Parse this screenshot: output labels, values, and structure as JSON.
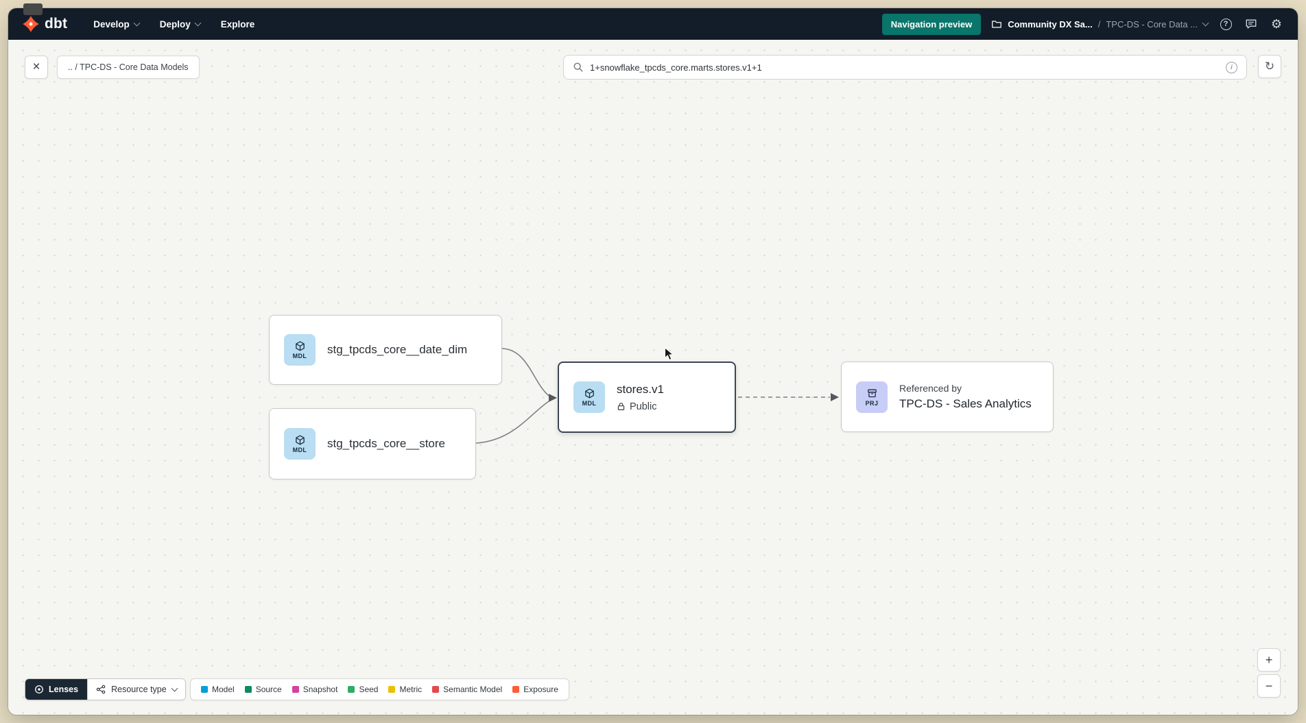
{
  "brand": {
    "primary_orange": "#ff5c35",
    "nav_preview_bg": "#0a756a"
  },
  "topbar": {
    "logo_text": "dbt",
    "menu": [
      {
        "label": "Develop"
      },
      {
        "label": "Deploy"
      },
      {
        "label": "Explore"
      }
    ],
    "nav_preview_label": "Navigation preview",
    "account": {
      "project": "Community DX Sa...",
      "separator": "/",
      "environment": "TPC-DS - Core Data ..."
    }
  },
  "icons": {
    "help_glyph": "?",
    "gear_glyph": "⚙",
    "refresh_glyph": "↻",
    "info_glyph": "i"
  },
  "toolbar": {
    "close_glyph": "×",
    "breadcrumb": ".. / TPC-DS - Core Data Models",
    "search_value": "1+snowflake_tpcds_core.marts.stores.v1+1"
  },
  "graph": {
    "nodes": {
      "date_dim": {
        "badge": "MDL",
        "label": "stg_tpcds_core__date_dim"
      },
      "store": {
        "badge": "MDL",
        "label": "stg_tpcds_core__store"
      },
      "stores_v1": {
        "badge": "MDL",
        "label": "stores.v1",
        "access_label": "Public"
      },
      "referenced": {
        "badge": "PRJ",
        "title": "Referenced by",
        "label": "TPC-DS - Sales Analytics"
      }
    },
    "colors": {
      "model_badge_bg": "#b9ddf2",
      "project_badge_bg": "#c7cdf6"
    }
  },
  "footer": {
    "lenses_label": "Lenses",
    "resource_type_label": "Resource type",
    "legend": [
      {
        "label": "Model",
        "color": "#0b9dd6"
      },
      {
        "label": "Source",
        "color": "#0e8a5f"
      },
      {
        "label": "Snapshot",
        "color": "#d6409f"
      },
      {
        "label": "Seed",
        "color": "#2fac66"
      },
      {
        "label": "Metric",
        "color": "#edbf00"
      },
      {
        "label": "Semantic Model",
        "color": "#e5484d"
      },
      {
        "label": "Exposure",
        "color": "#ff5c35"
      }
    ]
  },
  "zoom": {
    "in_glyph": "+",
    "out_glyph": "−"
  }
}
